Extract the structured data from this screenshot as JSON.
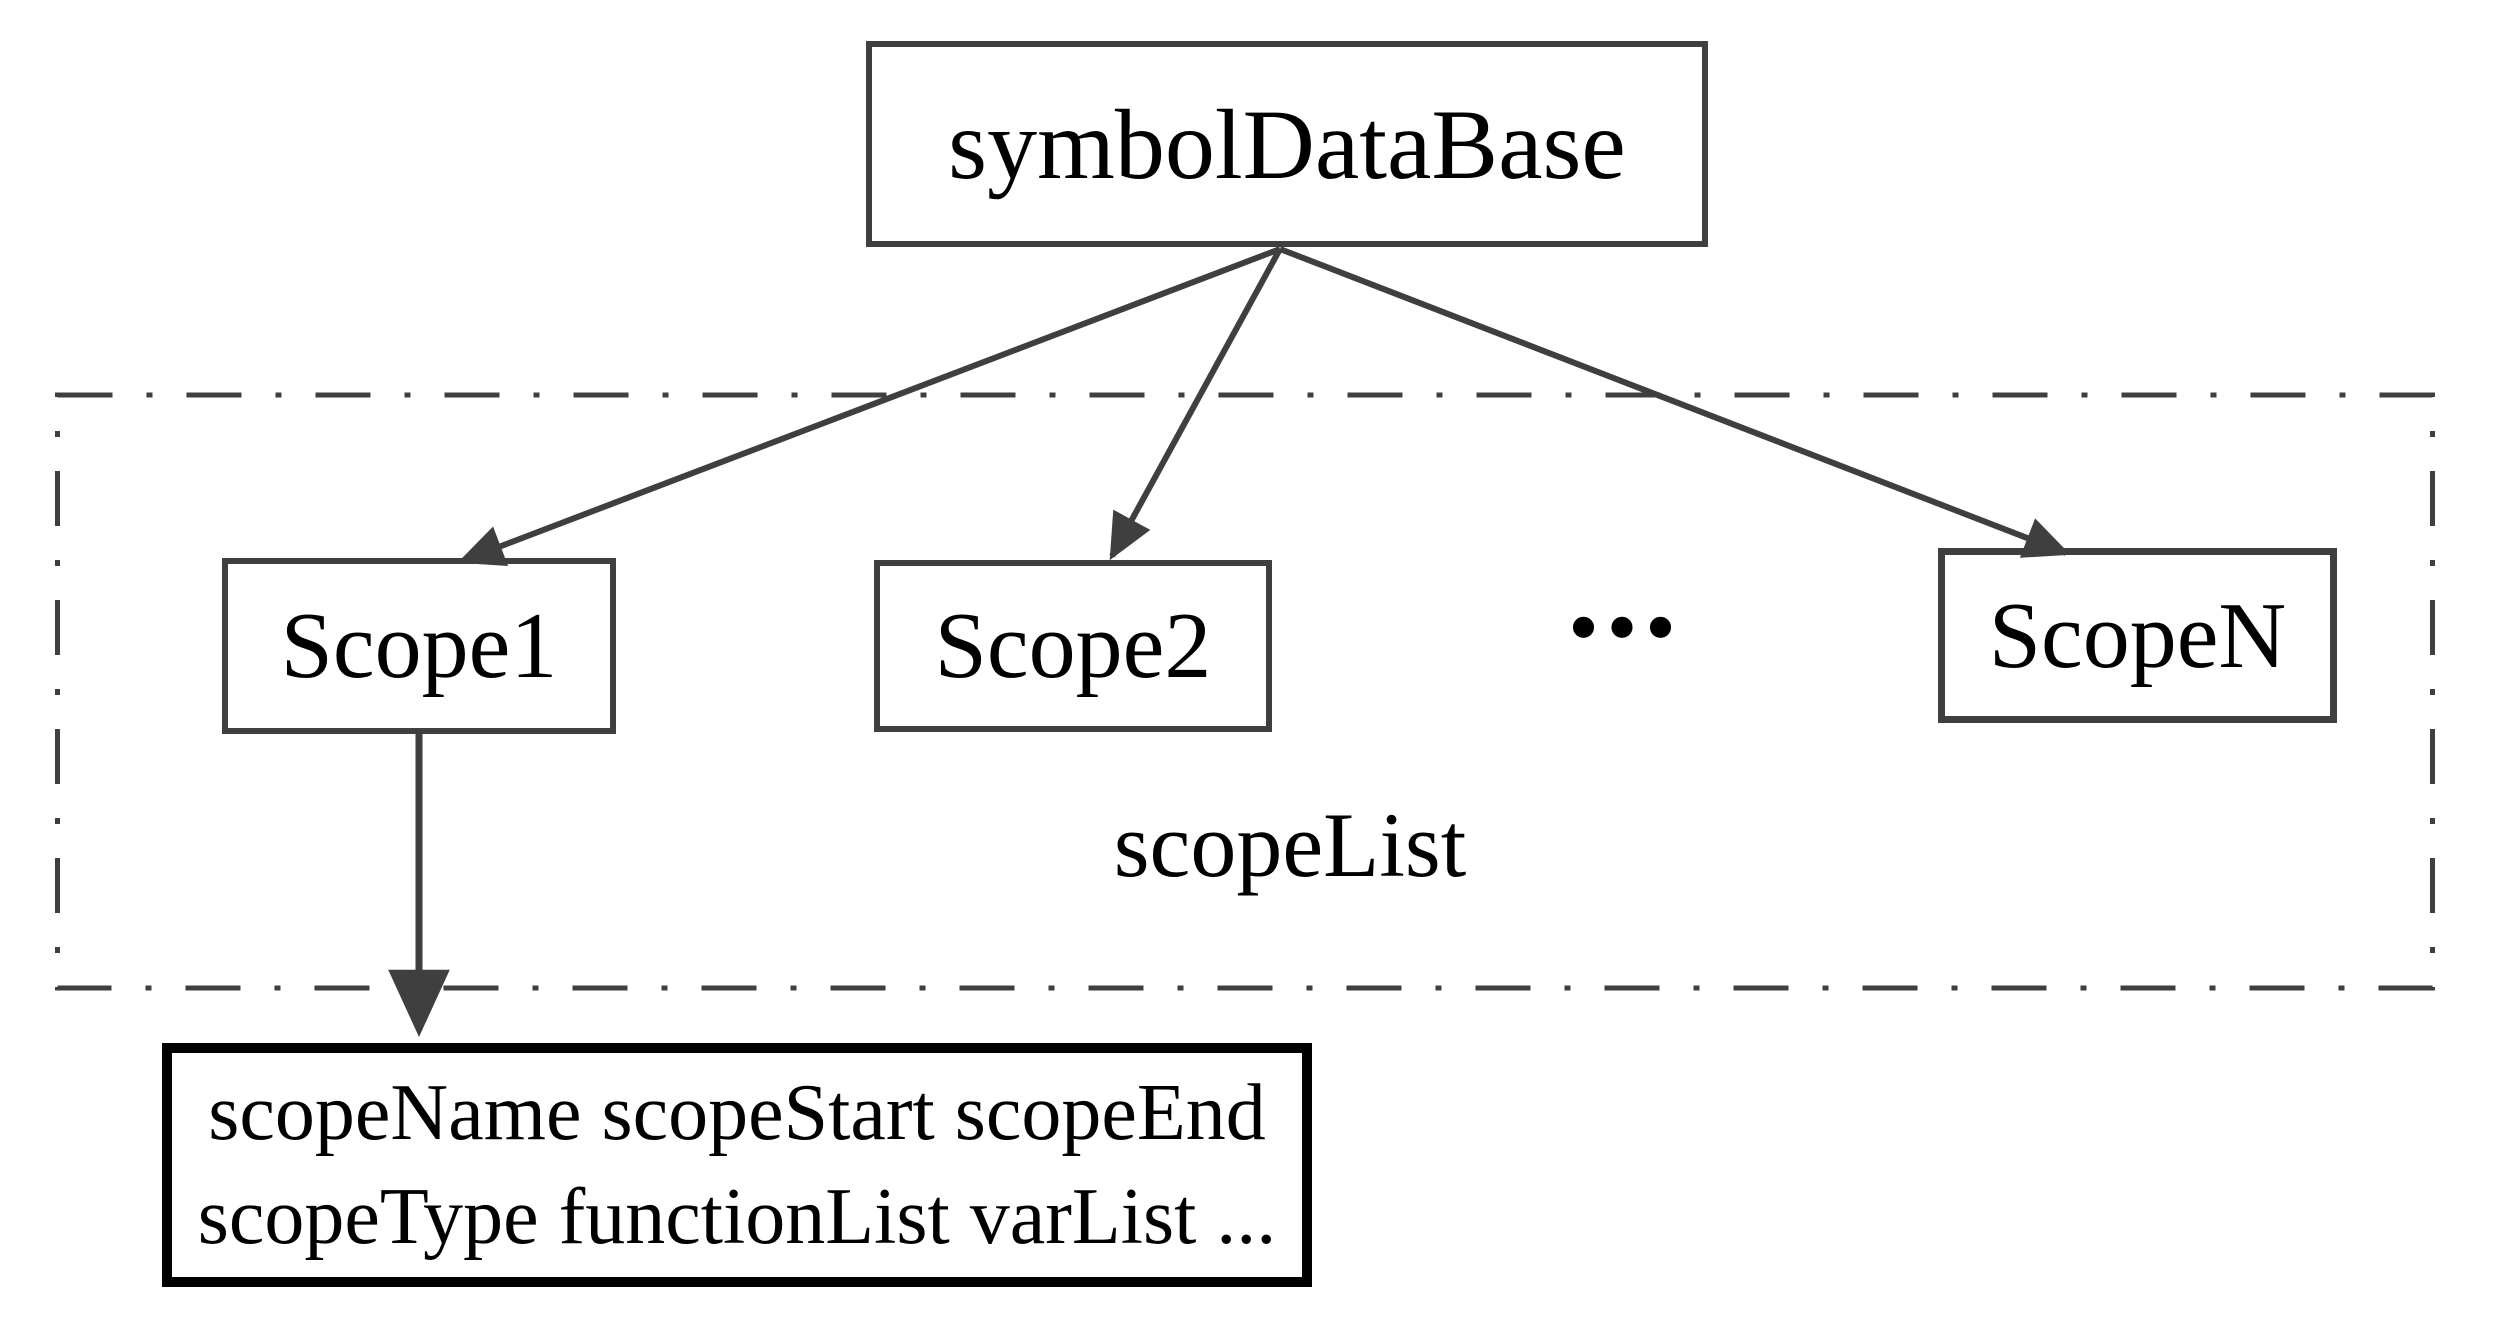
{
  "diagram": {
    "root_label": "symbolDataBase",
    "scopes": [
      {
        "label": "Scope1"
      },
      {
        "label": "Scope2"
      },
      {
        "label": "ScopeN"
      }
    ],
    "ellipsis": "...",
    "group_label": "scopeList",
    "detail_box": {
      "line1": "scopeName scopeStart scopeEnd",
      "line2": "scopeType functionList varList ..."
    },
    "colors": {
      "stroke": "#3f3f3f",
      "detail_border": "#000000",
      "text": "#000000",
      "background": "#ffffff"
    }
  }
}
